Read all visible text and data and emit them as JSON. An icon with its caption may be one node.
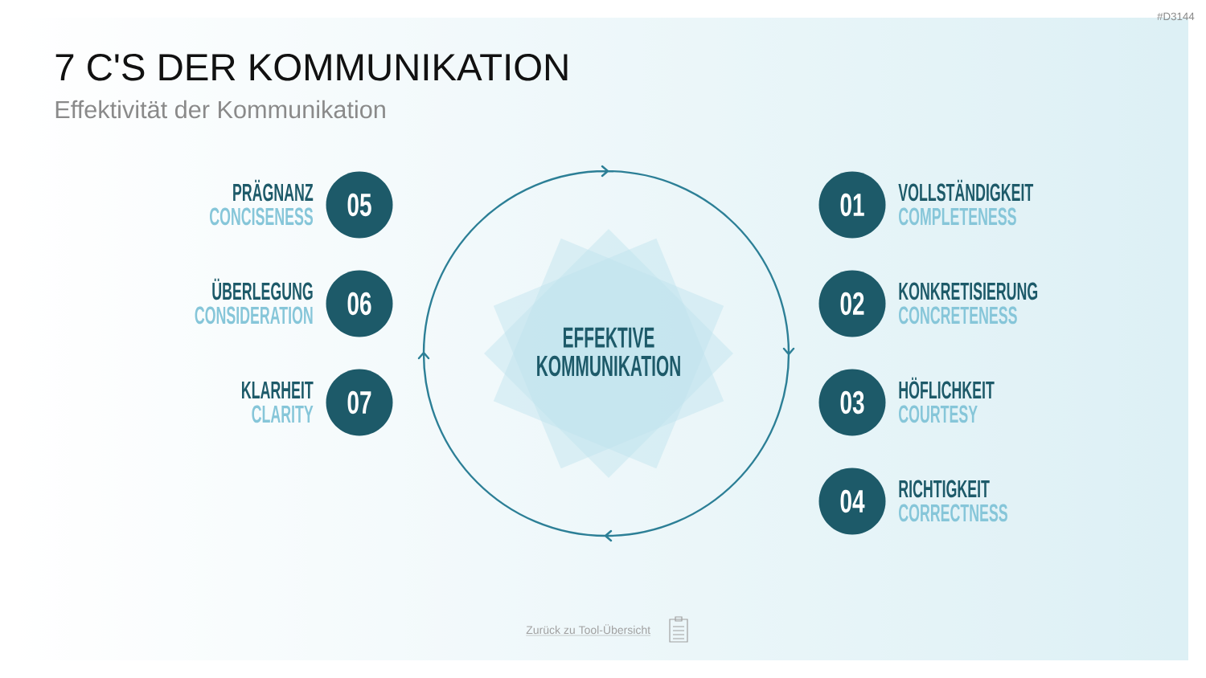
{
  "diagram": {
    "title": "7 C'S DER KOMMUNIKATION",
    "nodes": [
      {
        "text": [
          "EFFEKTIVE KOMMUNIKATION"
        ]
      },
      {
        "text": [
          "01"
        ],
        "beside": [
          "VOLLSTÄNDIGKEIT",
          "COMPLETENESS"
        ]
      },
      {
        "text": [
          "02"
        ],
        "beside": [
          "KONKRETISIERUNG",
          "CONCRETENESS"
        ]
      },
      {
        "text": [
          "03"
        ],
        "beside": [
          "HÖFLICHKEIT",
          "COURTESY"
        ]
      },
      {
        "text": [
          "04"
        ],
        "beside": [
          "RICHTIGKEIT",
          "CORRECTNESS"
        ]
      },
      {
        "text": [
          "05"
        ],
        "beside": [
          "PRÄGNANZ",
          "CONCISENESS"
        ]
      },
      {
        "text": [
          "06"
        ],
        "beside": [
          "ÜBERLEGUNG",
          "CONSIDERATION"
        ]
      },
      {
        "text": [
          "07"
        ],
        "beside": [
          "KLARHEIT",
          "CLARITY"
        ]
      }
    ],
    "labels": [
      "#D3144",
      "Effektivität der Kommunikation",
      "Zurück zu Tool-Übersicht"
    ]
  }
}
